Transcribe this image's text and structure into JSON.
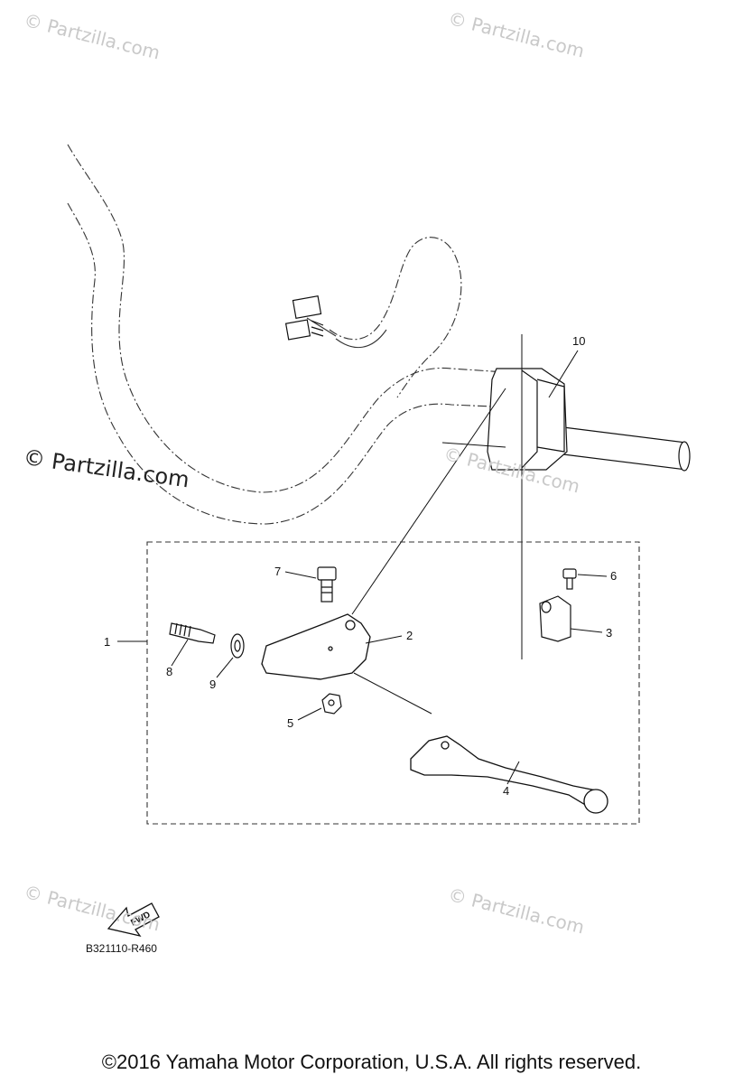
{
  "watermarks": {
    "w1": "© Partzilla.com",
    "w2": "© Partzilla.com",
    "w3": "© Partzilla.com",
    "w4": "© Partzilla.com",
    "w5": "© Partzilla.com",
    "w6": "© Partzilla.com"
  },
  "callouts": {
    "c1": "1",
    "c2": "2",
    "c3": "3",
    "c4": "4",
    "c5": "5",
    "c6": "6",
    "c7": "7",
    "c8": "8",
    "c9": "9",
    "c10": "10"
  },
  "fwd_label": "FWD",
  "diagram_code": "B321110-R460",
  "copyright": "©2016  Yamaha Motor Corporation, U.S.A. All rights reserved."
}
